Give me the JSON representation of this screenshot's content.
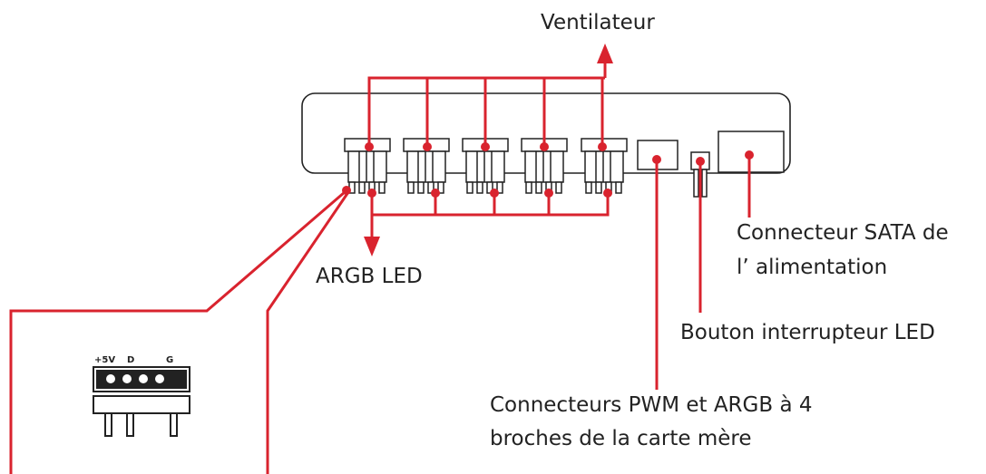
{
  "colors": {
    "accent": "#d9232e",
    "line": "#222222",
    "text": "#222222"
  },
  "labels": {
    "fan": "Ventilateur",
    "argb_led": "ARGB LED",
    "sata_line1": "Connecteur SATA de",
    "sata_line2": "l’  alimentation",
    "led_button": "Bouton interrupteur LED",
    "pwm_line1": "Connecteurs PWM et ARGB à 4",
    "pwm_line2": "broches de la carte mère"
  },
  "pinout": {
    "plus5v": "+5V",
    "data": "D",
    "ground": "G"
  }
}
